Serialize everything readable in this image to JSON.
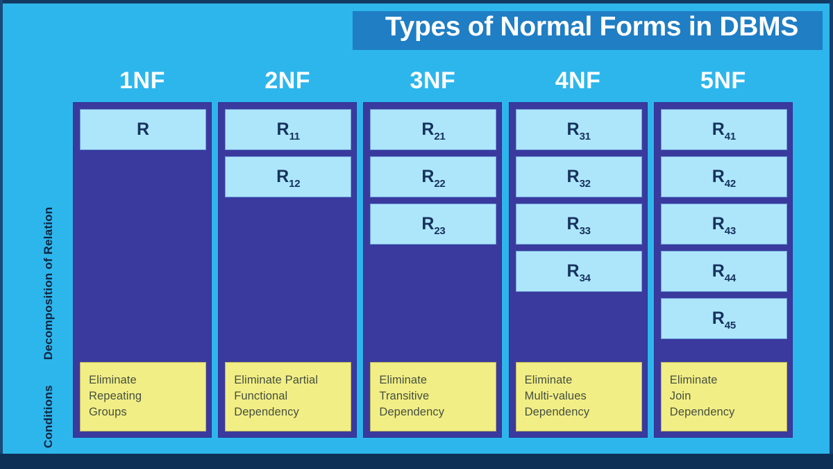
{
  "slide": {
    "title": "Types of Normal Forms in DBMS",
    "axis_labels": {
      "top": "Decomposition of Relation",
      "bottom": "Conditions"
    },
    "colors": {
      "background": "#2db6ec",
      "title_bar": "#1f7ec4",
      "column_body": "#3a3a9e",
      "relation_box": "#ade6fb",
      "relation_text": "#16325c",
      "condition_box": "#f2ee86",
      "condition_text": "#44503f",
      "frame": "#0e3057"
    },
    "columns": [
      {
        "header": "1NF",
        "relations": [
          {
            "base": "R",
            "sub": ""
          }
        ],
        "condition": "Eliminate\nRepeating\nGroups",
        "condition_lines": [
          "Eliminate",
          "Repeating",
          "Groups"
        ]
      },
      {
        "header": "2NF",
        "relations": [
          {
            "base": "R",
            "sub": "11"
          },
          {
            "base": "R",
            "sub": "12"
          }
        ],
        "condition": "Eliminate Partial\nFunctional\nDependency",
        "condition_lines": [
          "Eliminate Partial",
          "Functional",
          "Dependency"
        ]
      },
      {
        "header": "3NF",
        "relations": [
          {
            "base": "R",
            "sub": "21"
          },
          {
            "base": "R",
            "sub": "22"
          },
          {
            "base": "R",
            "sub": "23"
          }
        ],
        "condition": "Eliminate\nTransitive\nDependency",
        "condition_lines": [
          "Eliminate",
          "Transitive",
          "Dependency"
        ]
      },
      {
        "header": "4NF",
        "relations": [
          {
            "base": "R",
            "sub": "31"
          },
          {
            "base": "R",
            "sub": "32"
          },
          {
            "base": "R",
            "sub": "33"
          },
          {
            "base": "R",
            "sub": "34"
          }
        ],
        "condition": "Eliminate\nMulti-values\nDependency",
        "condition_lines": [
          "Eliminate",
          "Multi-values",
          "Dependency"
        ]
      },
      {
        "header": "5NF",
        "relations": [
          {
            "base": "R",
            "sub": "41"
          },
          {
            "base": "R",
            "sub": "42"
          },
          {
            "base": "R",
            "sub": "43"
          },
          {
            "base": "R",
            "sub": "44"
          },
          {
            "base": "R",
            "sub": "45"
          }
        ],
        "condition": "Eliminate\nJoin\nDependency",
        "condition_lines": [
          "Eliminate",
          "Join",
          "Dependency"
        ]
      }
    ]
  }
}
